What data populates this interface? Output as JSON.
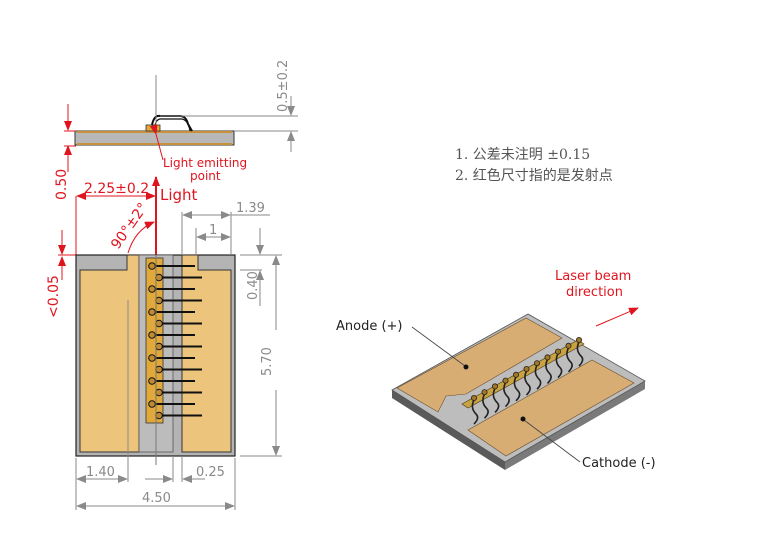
{
  "notes": {
    "line1": "1. 公差未注明 ±0.15",
    "line2": "2. 红色尺寸指的是发射点"
  },
  "side_view": {
    "dim_height": "0.5±0.2",
    "emit_label_1": "Light emitting",
    "emit_label_2": "point"
  },
  "top_view": {
    "dim_offset_red": "0.50",
    "dim_position_red": "2.25±0.2",
    "light_label": "Light",
    "angle_red": "90°±2°",
    "dim_edge_red": "<0.05",
    "dim_139": "1.39",
    "dim_1": "1",
    "dim_040": "0.40",
    "dim_570": "5.70",
    "dim_140": "1.40",
    "dim_025": "0.25",
    "dim_450": "4.50"
  },
  "iso_view": {
    "anode_label": "Anode (+)",
    "cathode_label": "Cathode (-)",
    "beam_label_1": "Laser beam",
    "beam_label_2": "direction"
  },
  "colors": {
    "dimension_gray": "#8a8a8a",
    "dimension_red": "#e0141e",
    "pad_gold": "#edc47c",
    "substrate_gray": "#b4b4b4"
  }
}
